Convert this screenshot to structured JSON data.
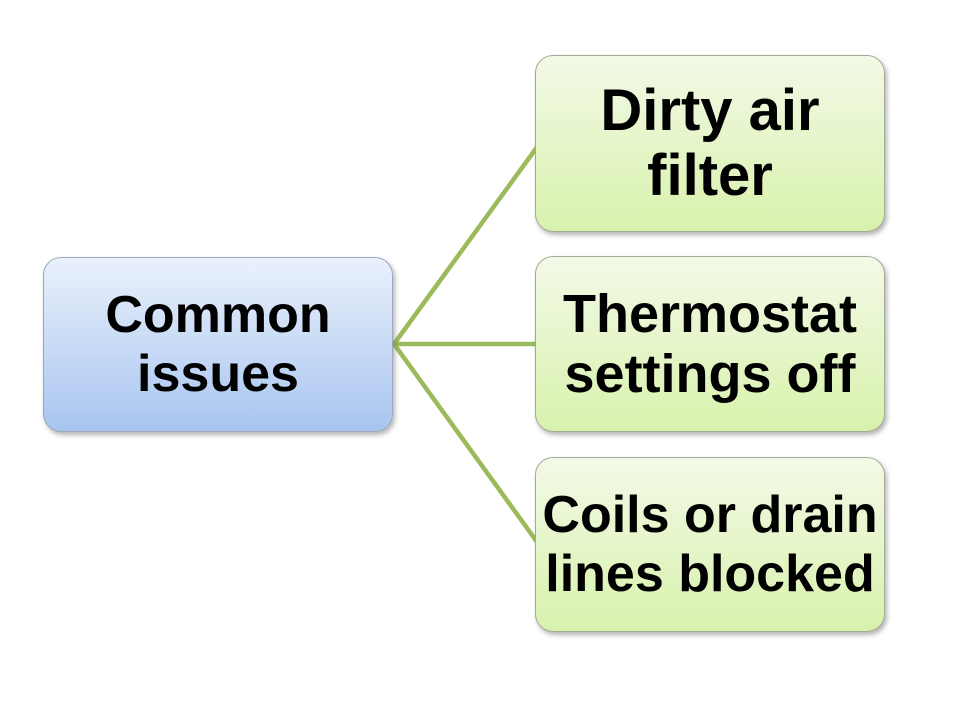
{
  "diagram": {
    "type": "radiating-list",
    "root": {
      "label": "Common issues"
    },
    "children": [
      {
        "label": "Dirty air filter"
      },
      {
        "label": "Thermostat settings off"
      },
      {
        "label": "Coils or drain lines blocked"
      }
    ],
    "colors": {
      "background": "#FFFFFF",
      "text": "#000000",
      "root_fill_top": "#EAF1FC",
      "root_fill_bottom": "#A8C5F0",
      "root_border": "#9CA8BE",
      "child_fill_top": "#F3F9E7",
      "child_fill_bottom": "#D8F2AC",
      "child_border": "#A3AA96",
      "connector": "#9ABB5B"
    }
  }
}
